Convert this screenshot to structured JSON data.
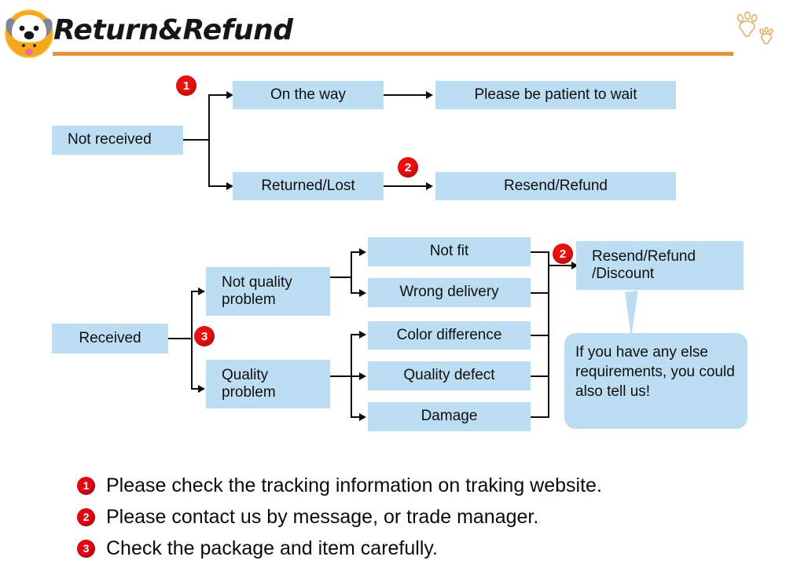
{
  "header": {
    "title": "Return&Refund",
    "logo_icon": "dog-face-icon",
    "paw_icon": "paw-prints-icon",
    "rule_color": "#e0943d"
  },
  "colors": {
    "box_fill": "#bcddf2",
    "badge_red": "#e8110f",
    "line": "#0d0d0d",
    "text": "#101010"
  },
  "flow_not_received": {
    "root": "Not received",
    "badge_1": "1",
    "badge_2": "2",
    "branches": [
      {
        "condition": "On the way",
        "action": "Please be patient to wait"
      },
      {
        "condition": "Returned/Lost",
        "action": "Resend/Refund"
      }
    ]
  },
  "flow_received": {
    "root": "Received",
    "badge_3": "3",
    "badge_2": "2",
    "categories": [
      {
        "label": "Not quality\nproblem",
        "reasons": [
          "Not fit",
          "Wrong delivery"
        ]
      },
      {
        "label": "Quality\nproblem",
        "reasons": [
          "Color difference",
          "Quality defect",
          "Damage"
        ]
      }
    ],
    "outcome": "Resend/Refund\n/Discount",
    "bubble": "If you have any else requirements, you could also tell us!"
  },
  "notes": [
    {
      "num": "1",
      "text": "Please check the tracking information on traking website."
    },
    {
      "num": "2",
      "text": "Please contact us by message, or trade manager."
    },
    {
      "num": "3",
      "text": "Check the package and item carefully."
    }
  ]
}
